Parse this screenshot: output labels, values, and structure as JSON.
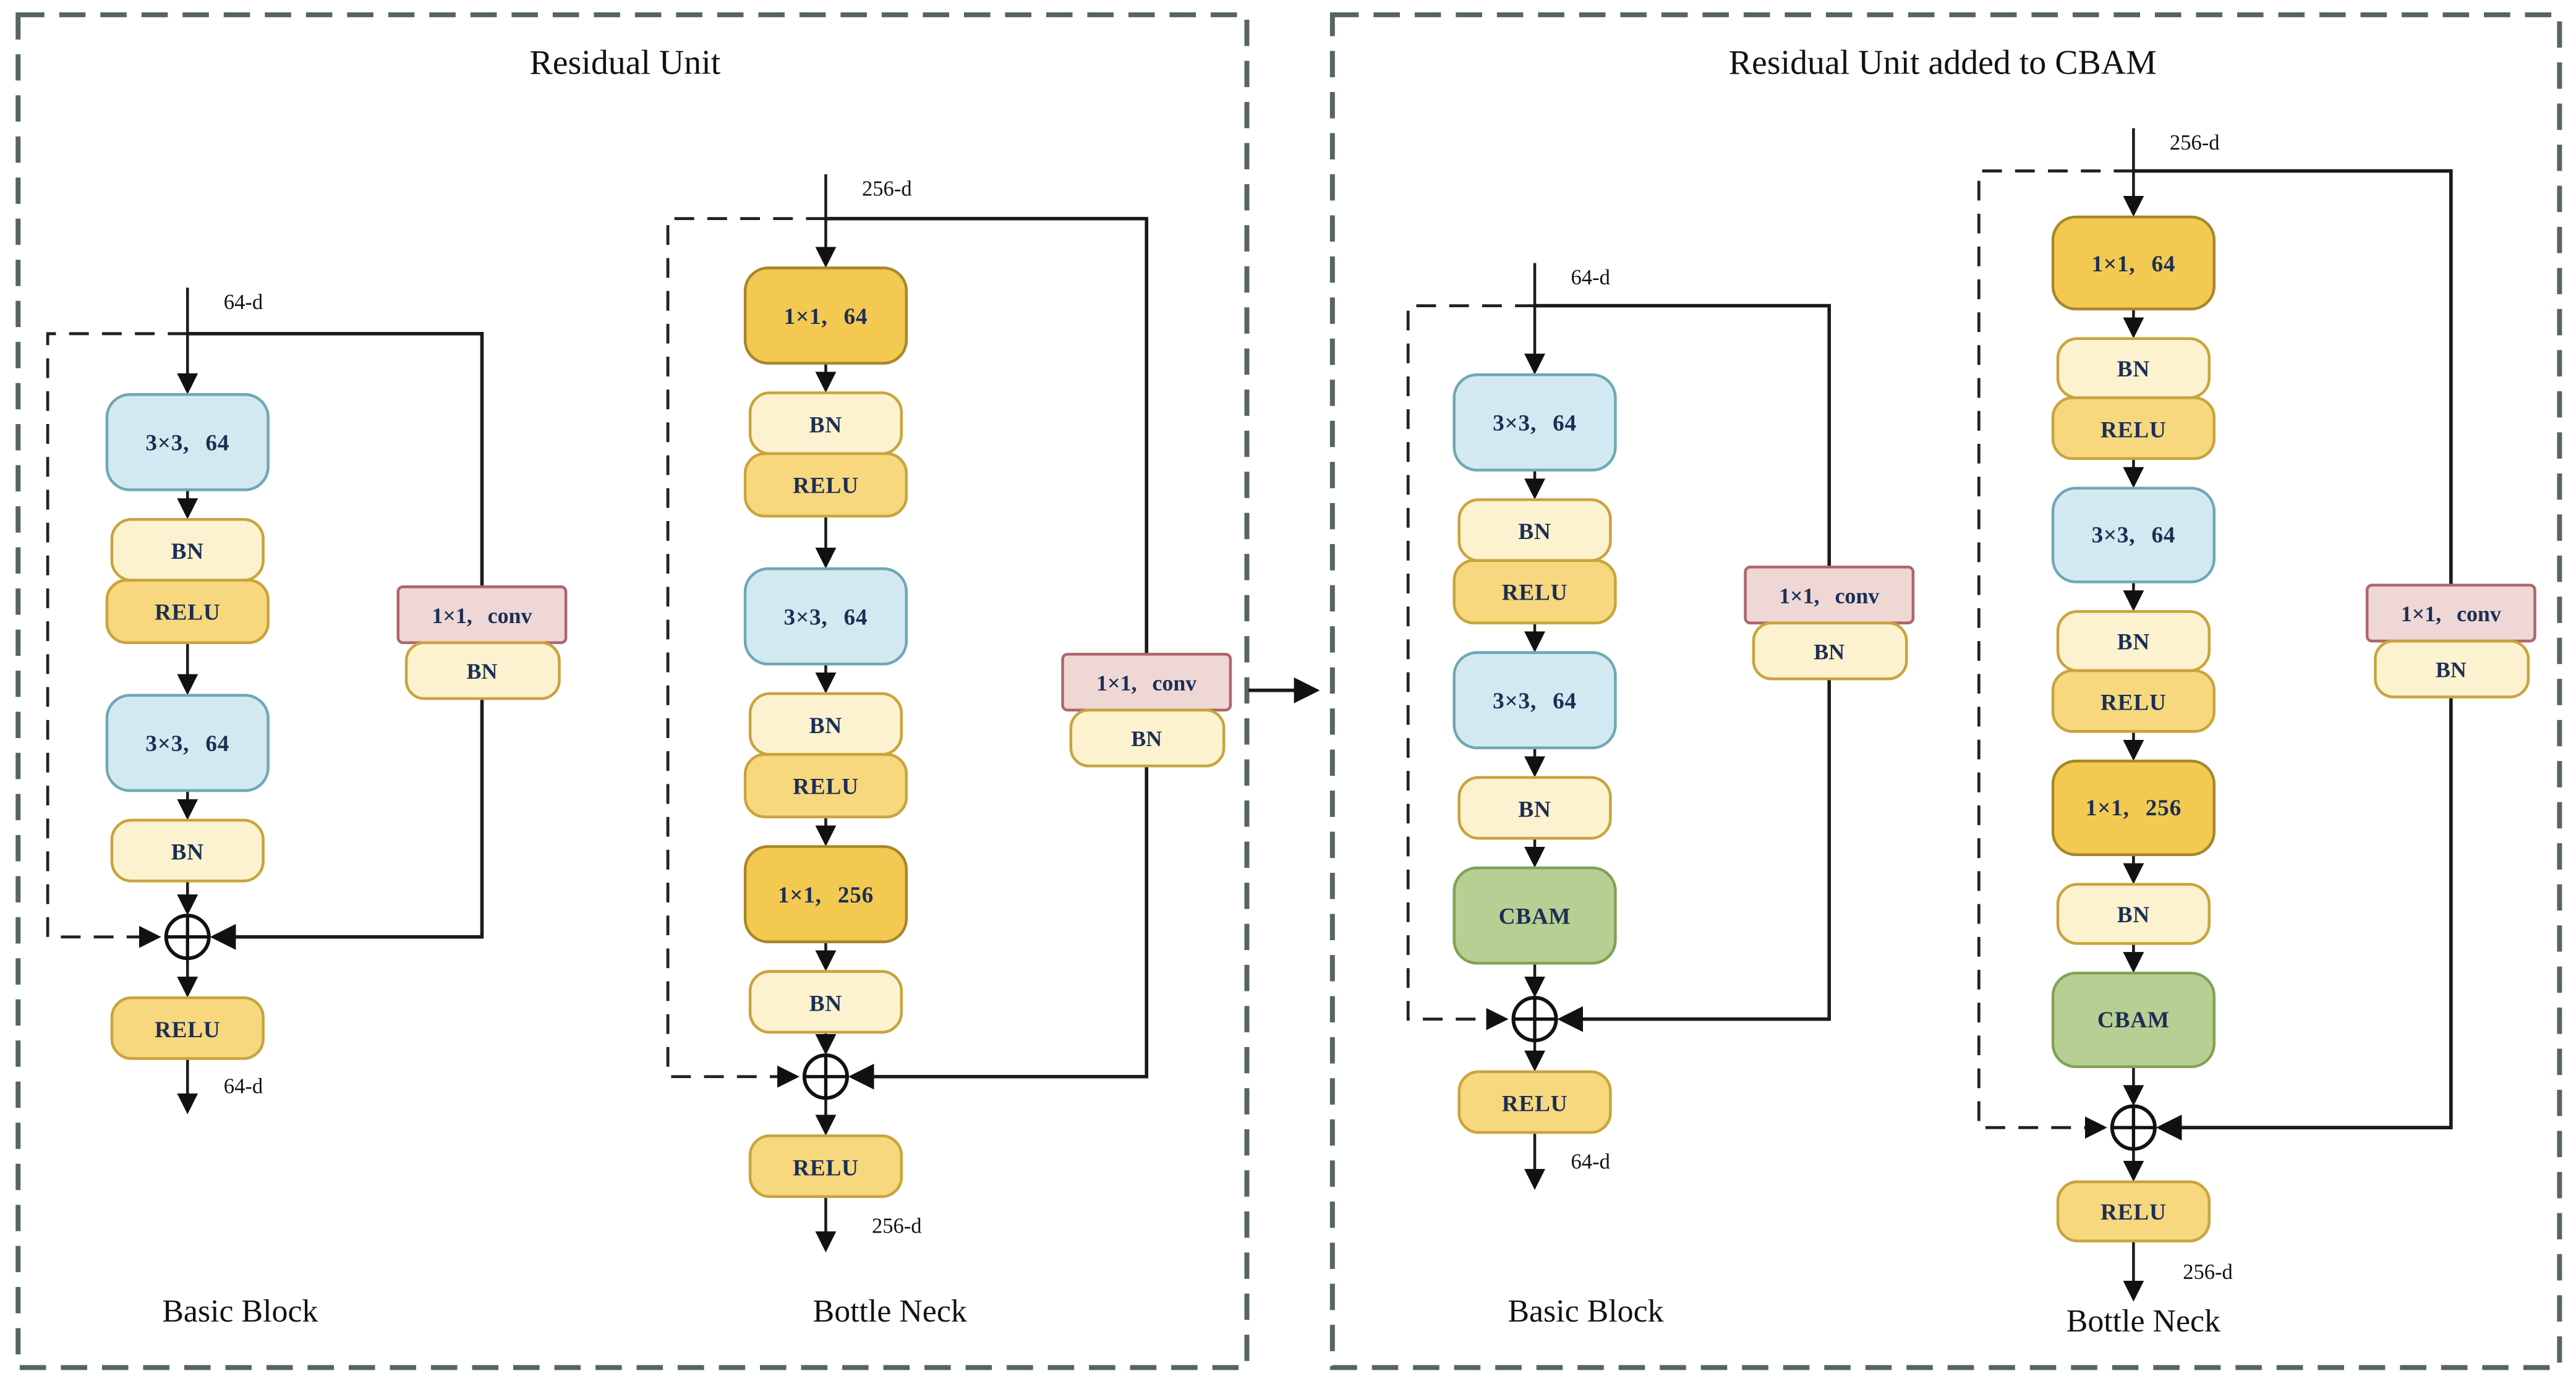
{
  "figure": {
    "type": "neural-network-architecture-diagram",
    "palette": {
      "conv3_fill": "#d3e9f1",
      "conv3_border": "#6fa8b4",
      "bn_fill": "#fdf2cf",
      "bn_border": "#c9a43d",
      "relu_fill": "#f7d87e",
      "relu_border": "#c9a43d",
      "conv1_fill": "#f3c951",
      "conv1_border": "#a8862a",
      "shortcut_conv_fill": "#eed7d5",
      "shortcut_conv_border": "#ad666c",
      "cbam_fill": "#b7cf92",
      "cbam_border": "#81a254",
      "panel_border": "#55665f",
      "line": "#1a1a1a",
      "block_text": "#1b2f55"
    }
  },
  "panels": [
    {
      "title": "Residual Unit",
      "columns": [
        {
          "caption": "Basic Block",
          "input_dim": "64-d",
          "output_dim": "64-d",
          "blocks": [
            {
              "label": "3×3, 64"
            },
            {
              "label": "BN"
            },
            {
              "label": "RELU"
            },
            {
              "label": "3×3, 64"
            },
            {
              "label": "BN"
            }
          ],
          "output_block": {
            "label": "RELU"
          },
          "shortcut": [
            {
              "label": "1×1, conv"
            },
            {
              "label": "BN"
            }
          ]
        },
        {
          "caption": "Bottle Neck",
          "input_dim": "256-d",
          "output_dim": "256-d",
          "blocks": [
            {
              "label": "1×1, 64"
            },
            {
              "label": "BN"
            },
            {
              "label": "RELU"
            },
            {
              "label": "3×3, 64"
            },
            {
              "label": "BN"
            },
            {
              "label": "RELU"
            },
            {
              "label": "1×1, 256"
            },
            {
              "label": "BN"
            }
          ],
          "output_block": {
            "label": "RELU"
          },
          "shortcut": [
            {
              "label": "1×1, conv"
            },
            {
              "label": "BN"
            }
          ]
        }
      ]
    },
    {
      "title": "Residual Unit added to CBAM",
      "columns": [
        {
          "caption": "Basic Block",
          "input_dim": "64-d",
          "output_dim": "64-d",
          "blocks": [
            {
              "label": "3×3, 64"
            },
            {
              "label": "BN"
            },
            {
              "label": "RELU"
            },
            {
              "label": "3×3, 64"
            },
            {
              "label": "BN"
            },
            {
              "label": "CBAM"
            }
          ],
          "output_block": {
            "label": "RELU"
          },
          "shortcut": [
            {
              "label": "1×1, conv"
            },
            {
              "label": "BN"
            }
          ]
        },
        {
          "caption": "Bottle Neck",
          "input_dim": "256-d",
          "output_dim": "256-d",
          "blocks": [
            {
              "label": "1×1, 64"
            },
            {
              "label": "BN"
            },
            {
              "label": "RELU"
            },
            {
              "label": "3×3, 64"
            },
            {
              "label": "BN"
            },
            {
              "label": "RELU"
            },
            {
              "label": "1×1, 256"
            },
            {
              "label": "BN"
            },
            {
              "label": "CBAM"
            }
          ],
          "output_block": {
            "label": "RELU"
          },
          "shortcut": [
            {
              "label": "1×1, conv"
            },
            {
              "label": "BN"
            }
          ]
        }
      ]
    }
  ]
}
